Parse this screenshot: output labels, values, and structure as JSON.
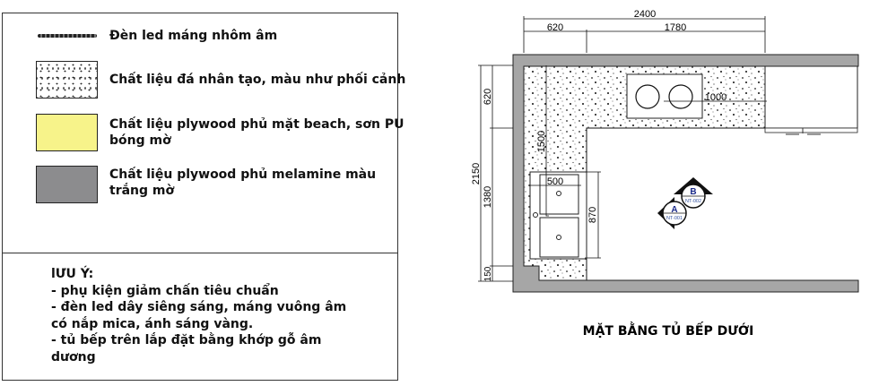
{
  "legend": {
    "items": [
      {
        "icon": "led-strip-line-icon",
        "label": "Đèn led máng nhôm âm"
      },
      {
        "icon": "speckled-stone-swatch",
        "label": "Chất liệu đá nhân tạo, màu như phối cảnh"
      },
      {
        "icon": "yellow-swatch",
        "label_line1": "Chất liệu plywood phủ mặt beach, sơn PU",
        "label_line2": "bóng mờ",
        "color": "#f7f38a"
      },
      {
        "icon": "gray-swatch",
        "label_line1": "Chất liệu plywood phủ melamine màu",
        "label_line2": "trắng mờ",
        "color": "#8c8c8e"
      }
    ]
  },
  "notes": {
    "heading": "lƯU Ý:",
    "lines": [
      "- phụ kiện giảm chấn tiêu chuẩn",
      "- đèn led dây siêng sáng, máng vuông âm",
      "có nắp mica, ánh sáng vàng.",
      "- tủ bếp trên lắp đặt bằng khớp gỗ âm",
      "dương"
    ]
  },
  "plan": {
    "title": "MẶT BẰNG TỦ BẾP DƯỚI",
    "dims": {
      "total_width": "2400",
      "width_left": "620",
      "width_right": "1780",
      "total_height": "2150",
      "height_top": "620",
      "height_mid": "1380",
      "height_bottom": "150",
      "sink_length": "870",
      "sink_width": "500",
      "run_1500": "1500",
      "hob_1000": "1000"
    },
    "markers": [
      {
        "letter": "A",
        "ref": "NT-001"
      },
      {
        "letter": "B",
        "ref": "NT-002"
      }
    ],
    "colors": {
      "wall": "#a6a6a6"
    }
  }
}
